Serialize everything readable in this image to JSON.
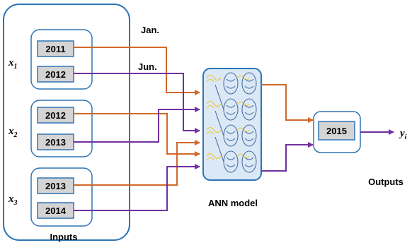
{
  "labels": {
    "inputs": "Inputs",
    "ann_model": "ANN model",
    "outputs": "Outputs",
    "jan": "Jan.",
    "jun": "Jun."
  },
  "variables": {
    "x1": "x",
    "x1_sub": "1",
    "x2": "x",
    "x2_sub": "2",
    "x3": "x",
    "x3_sub": "3",
    "y": "y",
    "y_sub": "i"
  },
  "groups": [
    {
      "years": [
        "2011",
        "2012"
      ]
    },
    {
      "years": [
        "2012",
        "2013"
      ]
    },
    {
      "years": [
        "2013",
        "2014"
      ]
    }
  ],
  "output_year": "2015",
  "colors": {
    "orange": "#d0692a",
    "purple": "#7030a0",
    "box_border": "#2e75b6",
    "year_fill": "#d4d4d4",
    "ann_fill": "#dbe9f6"
  }
}
